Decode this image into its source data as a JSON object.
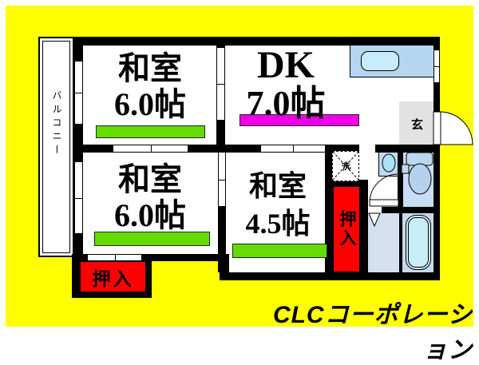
{
  "page": {
    "background_color": "#FFFF00",
    "company": "CLCコーポレーション"
  },
  "rooms": {
    "washitsu_top": {
      "name": "和室",
      "size": "6.0帖"
    },
    "dk": {
      "name": "DK",
      "size": "7.0帖"
    },
    "washitsu_mid": {
      "name": "和室",
      "size": "6.0帖"
    },
    "washitsu_small": {
      "name": "和室",
      "size": "4.5帖"
    }
  },
  "labels": {
    "balcony": "バルコニー",
    "entrance": "玄",
    "laundry": "洗",
    "closet_bottom": "押入",
    "closet_right": "押入"
  },
  "colors": {
    "tatami_bar_green": "#64DC00",
    "dk_bar_magenta": "#F000E8",
    "closet_red": "#FF0000",
    "entrance_gray": "#E2E2E2",
    "kitchen_counter_blue": "#B5D6F0",
    "bath_floor_blue": "#C9D9EC",
    "wall_black": "#000000"
  }
}
